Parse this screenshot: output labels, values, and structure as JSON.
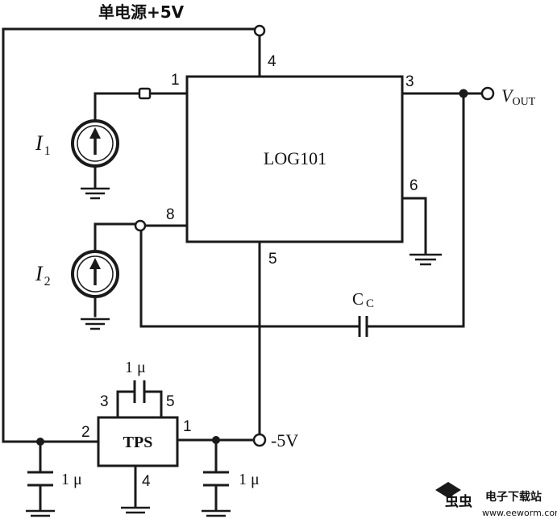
{
  "supply_label": "单电源+5V",
  "chip": {
    "name": "LOG101",
    "pins": {
      "p1": "1",
      "p3": "3",
      "p4": "4",
      "p5": "5",
      "p6": "6",
      "p8": "8"
    }
  },
  "output_label": {
    "main": "V",
    "sub": "OUT"
  },
  "current_sources": [
    {
      "main": "I",
      "sub": "1"
    },
    {
      "main": "I",
      "sub": "2"
    }
  ],
  "cc_label": {
    "main": "C",
    "sub": "C"
  },
  "tps": {
    "name": "TPS",
    "pins": {
      "p1": "1",
      "p2": "2",
      "p3": "3",
      "p4": "4",
      "p5": "5"
    }
  },
  "cap_top_label": "1 μ",
  "cap_left_label": "1 μ",
  "cap_right_label": "1 μ",
  "neg_label": "-5V",
  "watermark": {
    "brand": "电子下载站",
    "url": "www.eeworm.com",
    "glyph": "虫虫"
  }
}
